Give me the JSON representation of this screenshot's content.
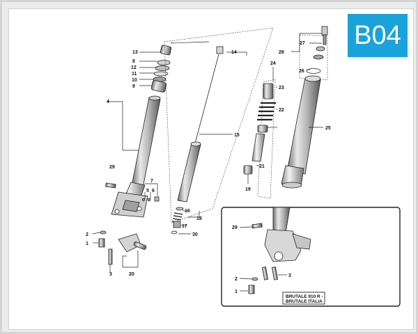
{
  "section_code": "B04",
  "colors": {
    "badge": "#1aa3db",
    "metal_light": "#d9d9d9",
    "metal_mid": "#a9a9a9",
    "metal_dark": "#6e6e6e",
    "line": "#222222"
  },
  "main_labels": [
    "13",
    "8",
    "12",
    "11",
    "10",
    "9",
    "4",
    "29",
    "7",
    "5",
    "6",
    "2",
    "1",
    "3",
    "20",
    "14",
    "15",
    "16",
    "17",
    "18",
    "30",
    "24",
    "23",
    "22",
    "21",
    "19",
    "27",
    "28",
    "26",
    "25"
  ],
  "inset_labels": [
    "29",
    "2",
    "1",
    "3"
  ],
  "model_caption": {
    "line1": "BRUTALE 910 R -",
    "line2": "BRUTALE ITALIA"
  }
}
